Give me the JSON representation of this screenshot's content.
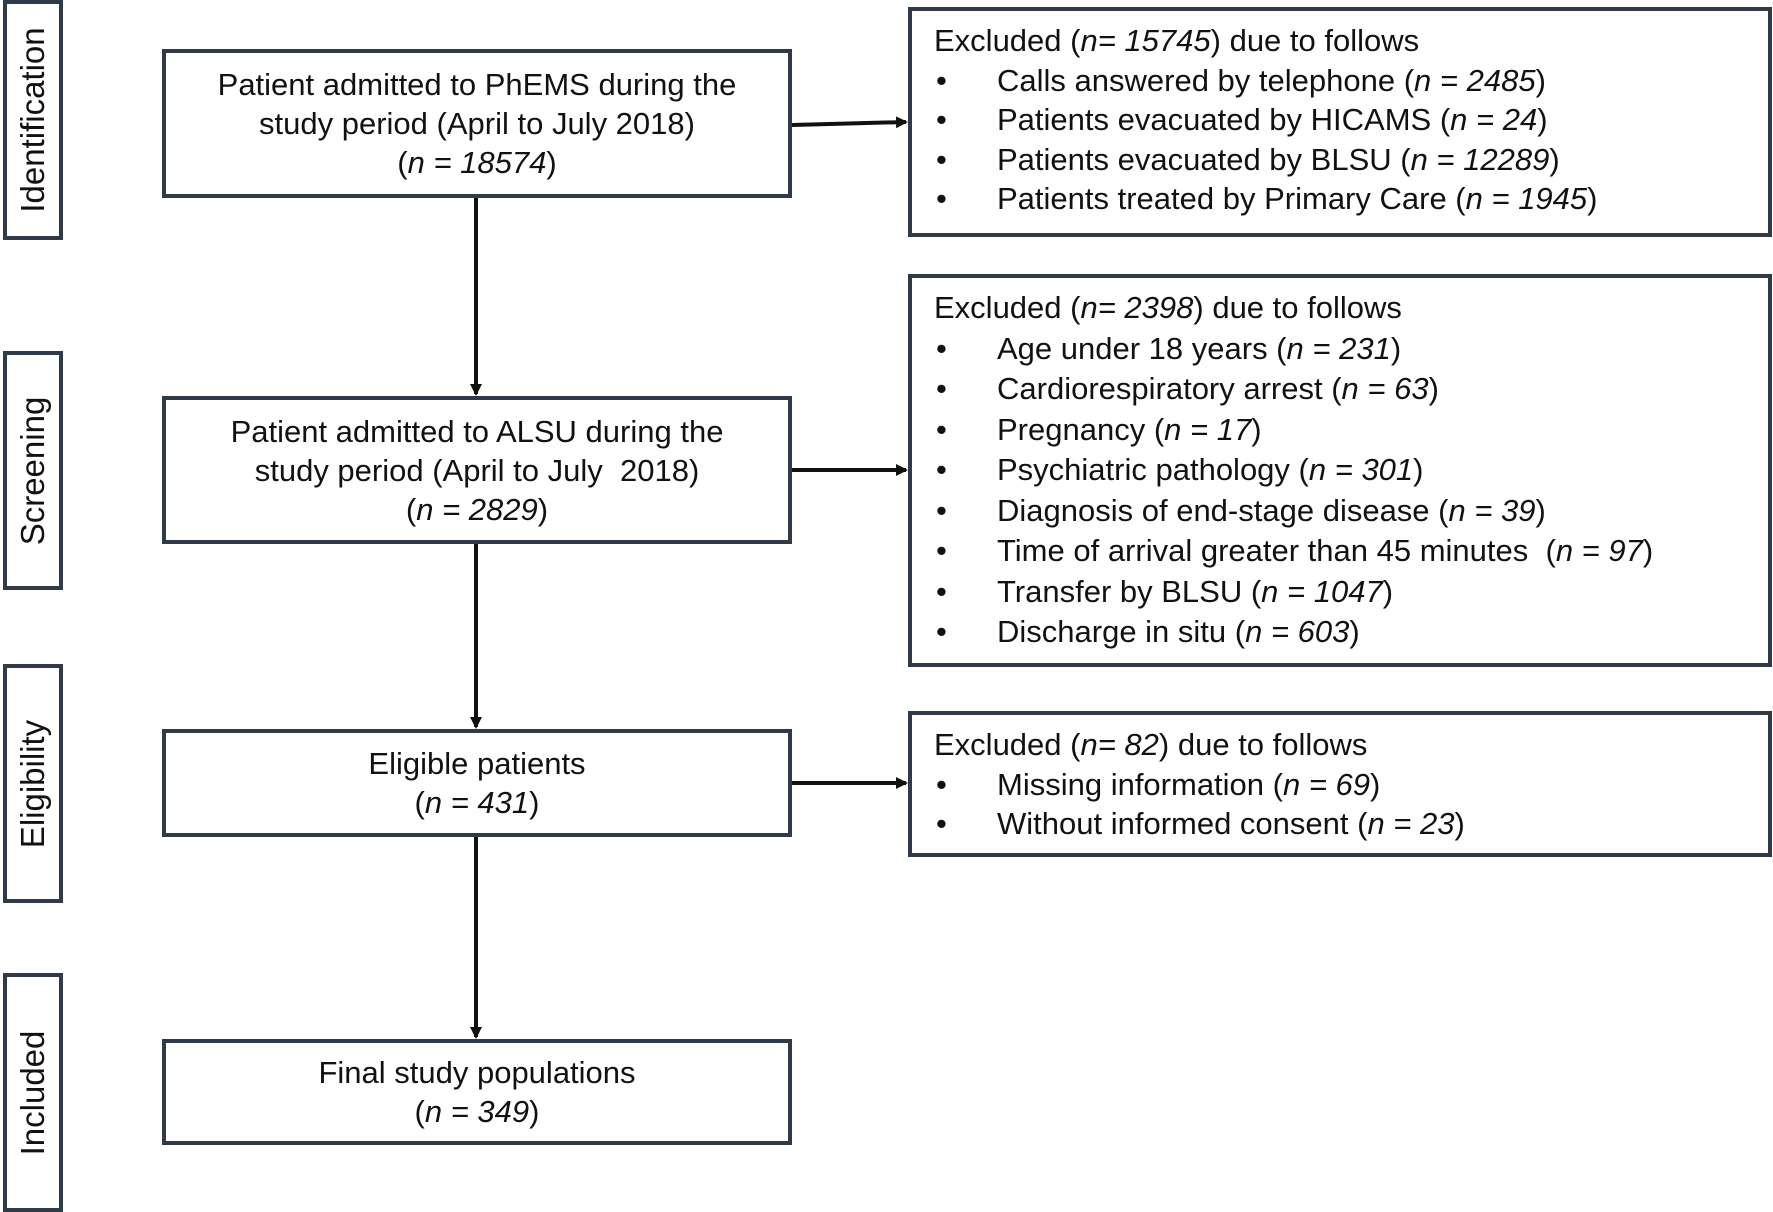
{
  "phases": [
    "Identification",
    "Screening",
    "Eligibility",
    "Included"
  ],
  "main_boxes": [
    {
      "lines": [
        "Patient admitted to PhEMS during the",
        "study period (April to July 2018)"
      ],
      "n_open": "(",
      "n_label": "n = 18574",
      "n_close": ")"
    },
    {
      "lines": [
        "Patient admitted to ALSU during the",
        "study period (April to July  2018)"
      ],
      "n_open": "(",
      "n_label": "n = 2829",
      "n_close": ")"
    },
    {
      "lines": [
        "Eligible patients"
      ],
      "n_open": "(",
      "n_label": "n = 431",
      "n_close": ")"
    },
    {
      "lines": [
        "Final study populations"
      ],
      "n_open": "(",
      "n_label": "n = 349",
      "n_close": ")"
    }
  ],
  "exclusion_boxes": [
    {
      "head_pre": "Excluded (",
      "head_n": "n= 15745",
      "head_post": ") due to follows",
      "items": [
        {
          "text": "Calls answered by telephone (",
          "n": "n = 2485",
          "close": ")"
        },
        {
          "text": "Patients evacuated by HICAMS (",
          "n": "n = 24",
          "close": ")"
        },
        {
          "text": "Patients evacuated by BLSU (",
          "n": "n = 12289",
          "close": ")"
        },
        {
          "text": "Patients treated by Primary Care (",
          "n": "n = 1945",
          "close": ")"
        }
      ]
    },
    {
      "head_pre": "Excluded (",
      "head_n": "n= 2398",
      "head_post": ") due to follows",
      "items": [
        {
          "text": "Age under 18 years (",
          "n": "n = 231",
          "close": ")"
        },
        {
          "text": "Cardiorespiratory arrest (",
          "n": "n = 63",
          "close": ")"
        },
        {
          "text": "Pregnancy (",
          "n": "n = 17",
          "close": ")"
        },
        {
          "text": "Psychiatric pathology (",
          "n": "n = 301",
          "close": ")"
        },
        {
          "text": "Diagnosis of end-stage disease (",
          "n": "n = 39",
          "close": ")"
        },
        {
          "text": "Time of arrival greater than 45 minutes  (",
          "n": "n = 97",
          "close": ")"
        },
        {
          "text": "Transfer by BLSU (",
          "n": "n = 1047",
          "close": ")"
        },
        {
          "text": "Discharge in situ (",
          "n": "n = 603",
          "close": ")"
        }
      ]
    },
    {
      "head_pre": "Excluded (",
      "head_n": "n= 82",
      "head_post": ") due to follows",
      "items": [
        {
          "text": "Missing information (",
          "n": "n = 69",
          "close": ")"
        },
        {
          "text": "Without informed consent (",
          "n": "n = 23",
          "close": ")"
        }
      ]
    }
  ]
}
